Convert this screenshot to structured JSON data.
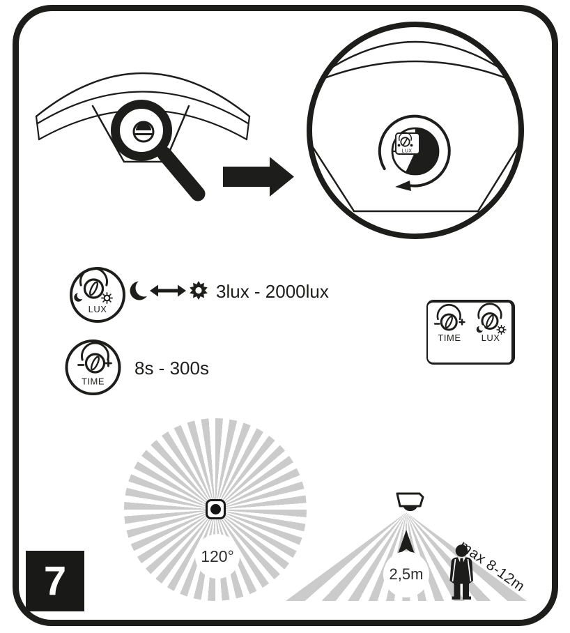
{
  "step": {
    "number": "7"
  },
  "dials": {
    "lux": {
      "label": "LUX",
      "range": "3lux - 2000lux"
    },
    "time": {
      "label": "TIME",
      "range": "8s - 300s"
    }
  },
  "controls_box": {
    "time_label": "TIME",
    "lux_label": "LUX"
  },
  "closeup": {
    "dial_label": "LUX"
  },
  "coverage": {
    "detection_angle": "120°",
    "mount_height": "2,5m",
    "max_range": "max 8-12m"
  },
  "icons": {
    "magnifier": "magnifying glass over adjustment screw",
    "arrow_right": "solid right arrow",
    "rotate": "circular arrow around dial",
    "moon": "crescent night symbol",
    "sun": "day symbol",
    "double_arrow": "left-right range arrow",
    "ceiling_sensor": "ceiling mounted sensor",
    "up_arrow": "upward height arrow",
    "person": "person silhouette"
  },
  "colors": {
    "ink": "#1d1d1b",
    "ray_gray": "#cbcbcb"
  }
}
